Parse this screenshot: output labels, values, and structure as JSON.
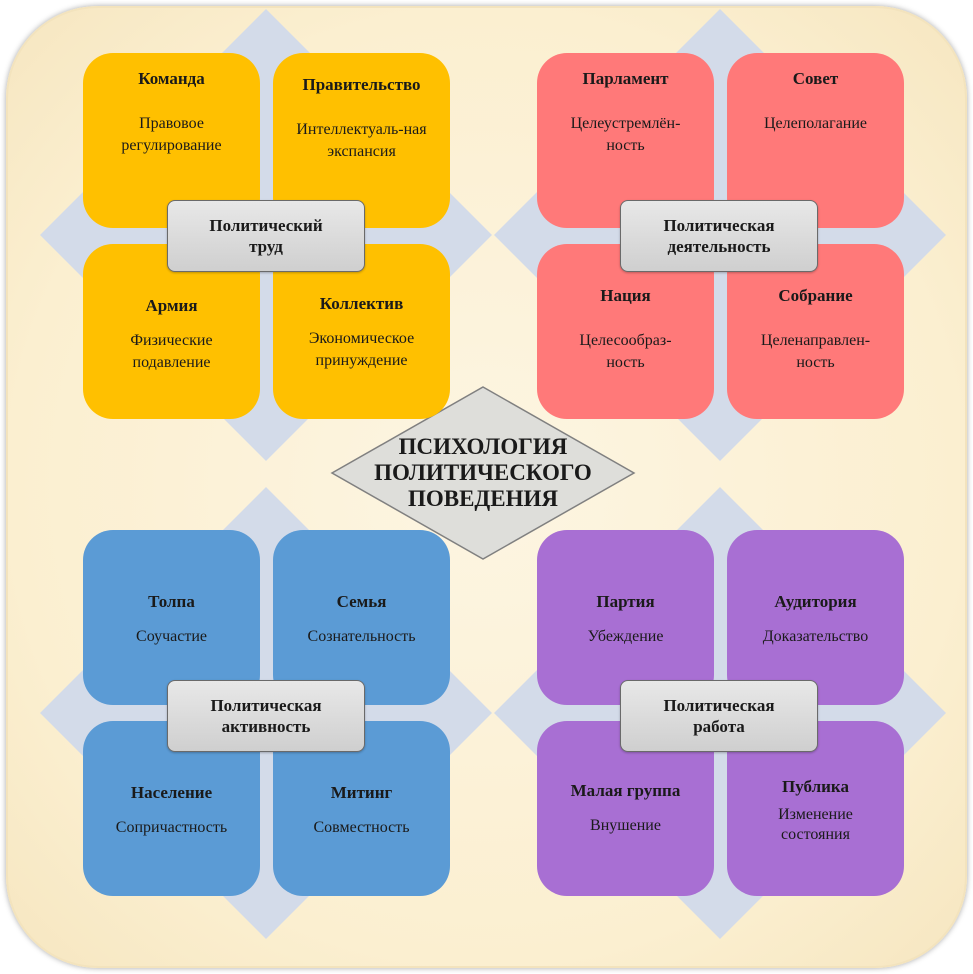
{
  "center": {
    "title": "ПСИХОЛОГИЯ\nПОЛИТИЧЕСКОГО\nПОВЕДЕНИЯ"
  },
  "colors": {
    "yellow": "#ffc000",
    "red": "#ff7979",
    "blue": "#5b9bd5",
    "purple": "#a86fd3",
    "arrow": "#d3dbe9",
    "label": "#d9d9d9"
  },
  "quadrants": {
    "top_left": {
      "label": "Политический\nтруд",
      "tiles": [
        {
          "title": "Команда",
          "desc": "Правовое регулирование"
        },
        {
          "title": "Правительство",
          "desc": "Интеллектуаль-ная экспансия"
        },
        {
          "title": "Армия",
          "desc": "Физические подавление"
        },
        {
          "title": "Коллектив",
          "desc": "Экономическое принуждение"
        }
      ]
    },
    "top_right": {
      "label": "Политическая\nдеятельность",
      "tiles": [
        {
          "title": "Парламент",
          "desc": "Целеустремлён-ность"
        },
        {
          "title": "Совет",
          "desc": "Целеполагание"
        },
        {
          "title": "Нация",
          "desc": "Целесообраз-ность"
        },
        {
          "title": "Собрание",
          "desc": "Целенаправлен-ность"
        }
      ]
    },
    "bottom_left": {
      "label": "Политическая\nактивность",
      "tiles": [
        {
          "title": "Толпа",
          "desc": "Соучастие"
        },
        {
          "title": "Семья",
          "desc": "Сознательность"
        },
        {
          "title": "Население",
          "desc": "Сопричастность"
        },
        {
          "title": "Митинг",
          "desc": "Совместность"
        }
      ]
    },
    "bottom_right": {
      "label": "Политическая\nработа",
      "tiles": [
        {
          "title": "Партия",
          "desc": "Убеждение"
        },
        {
          "title": "Аудитория",
          "desc": "Доказательство"
        },
        {
          "title": "Малая группа",
          "desc": "Внушение"
        },
        {
          "title": "Публика",
          "desc": "Изменение состояния"
        }
      ]
    }
  }
}
